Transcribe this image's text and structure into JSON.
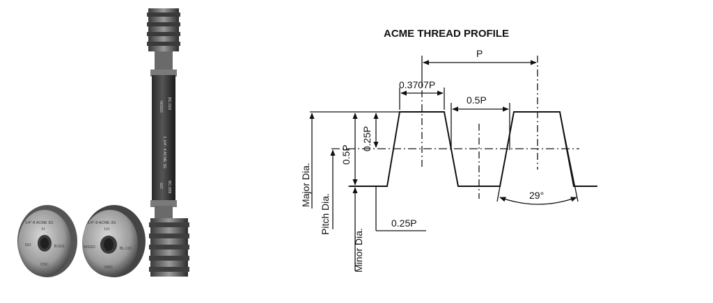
{
  "diagram": {
    "title": "ACME  THREAD PROFILE",
    "labels": {
      "pitch": "P",
      "crest_width": "0.3707P",
      "half_pitch_top": "0.5P",
      "quarter_height": "0.25P",
      "half_height": "0.5P",
      "root_width": "0.25P",
      "angle": "29°",
      "major_dia": "Major  Dia.",
      "pitch_dia": "Pitch  Dia.",
      "minor_dia": "Minor  Dia."
    }
  },
  "gauges": {
    "plug_upper_text": "NOGO",
    "plug_upper_code": "BC.010",
    "plug_size": "1.1/4\"- 4 ACME 3G",
    "plug_lower_text": "GO",
    "plug_lower_code": "BC.009",
    "ring_left_top": "1/4\"-8 ACME 3G",
    "ring_left_code": "B.010",
    "ring_left_mid": "H",
    "ring_left_side": "GO",
    "ring_right_top": "1/4\"-8 ACME 3G",
    "ring_right_mid": "LH",
    "ring_right_side": "NOGO",
    "ring_right_code": "BL.121",
    "logo_text": "OSC"
  }
}
